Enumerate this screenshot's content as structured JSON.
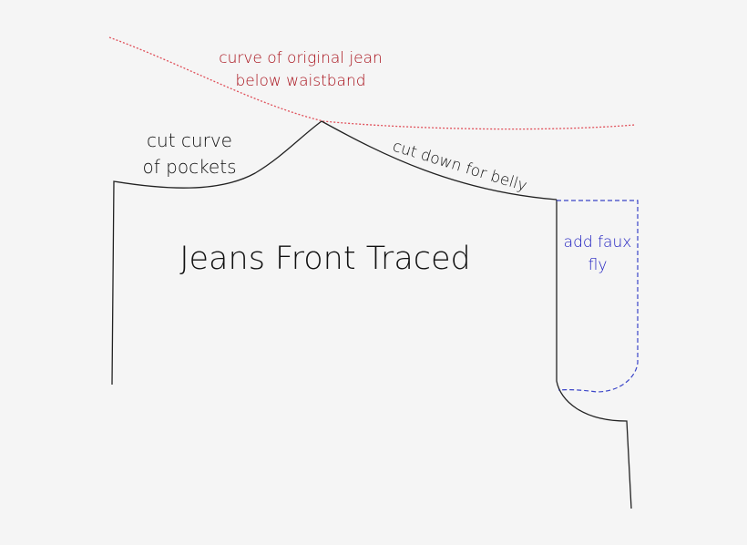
{
  "diagram": {
    "title": "Jeans Front Traced",
    "labels": {
      "original_curve": [
        "curve of original jean",
        "below waistband"
      ],
      "pocket_curve": [
        "cut curve",
        "of pockets"
      ],
      "belly_cut": "cut down for belly",
      "faux_fly": [
        "add faux",
        "fly"
      ]
    },
    "colors": {
      "background": "#f5f5f5",
      "outline": "#222222",
      "original_curve": "#d9363e",
      "original_label": "#a8101a",
      "fly": "#3a44c8",
      "fly_label": "#2020c0"
    }
  }
}
